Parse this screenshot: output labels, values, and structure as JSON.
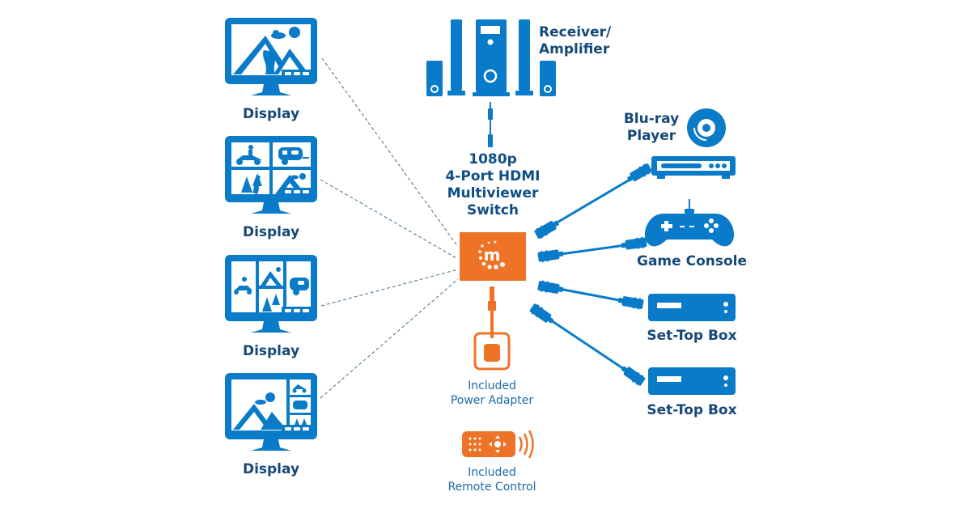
{
  "colors": {
    "device_blue": "#0a7bc8",
    "label_blue": "#134f85",
    "switch_orange": "#ee7326",
    "dashed_line": "#3f6f8a",
    "background": "#ffffff"
  },
  "displays": [
    {
      "label": "Display",
      "layout": "single-view",
      "icon": "monitor-landscape-icon"
    },
    {
      "label": "Display",
      "layout": "quad-view",
      "icon": "monitor-quad-icon"
    },
    {
      "label": "Display",
      "layout": "triple-view",
      "icon": "monitor-triple-icon"
    },
    {
      "label": "Display",
      "layout": "picture-by-picture",
      "icon": "monitor-pbp-icon"
    }
  ],
  "receiver": {
    "label_line1": "Receiver/",
    "label_line2": "Amplifier",
    "icon": "speaker-system-icon"
  },
  "switch": {
    "title_lines": [
      "1080p",
      "4-Port HDMI",
      "Multiviewer",
      "Switch"
    ],
    "logo": "m",
    "icon": "manhattan-logo-icon"
  },
  "sources": [
    {
      "label_lines": [
        "Blu-ray",
        "Player"
      ],
      "icon": "bluray-player-icon"
    },
    {
      "label_lines": [
        "Game Console"
      ],
      "icon": "gamepad-icon"
    },
    {
      "label_lines": [
        "Set-Top Box"
      ],
      "icon": "set-top-box-icon"
    },
    {
      "label_lines": [
        "Set-Top Box"
      ],
      "icon": "set-top-box-icon"
    }
  ],
  "accessories": [
    {
      "label_lines": [
        "Included",
        "Power Adapter"
      ],
      "icon": "power-adapter-icon"
    },
    {
      "label_lines": [
        "Included",
        "Remote Control"
      ],
      "icon": "remote-control-icon"
    }
  ]
}
